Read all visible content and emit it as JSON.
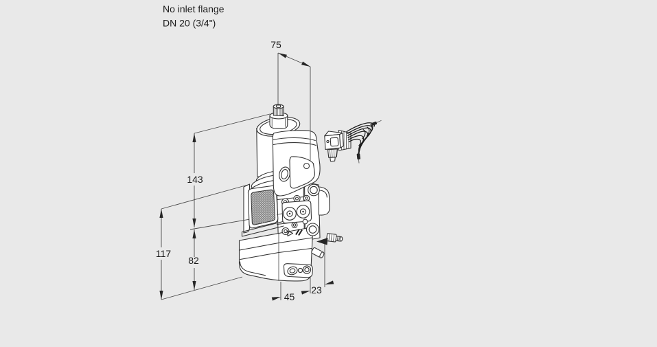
{
  "note": {
    "line1": "No inlet flange",
    "line2": "DN 20 (3/4\")"
  },
  "dimensions": {
    "top_width": "75",
    "total_height": "143",
    "left_height": "117",
    "body_height": "82",
    "bottom_width": "45",
    "bottom_offset": "23"
  },
  "colors": {
    "background": "#e9e9e9",
    "line": "#333333",
    "fill": "#ffffff",
    "hatch": "#666666"
  }
}
